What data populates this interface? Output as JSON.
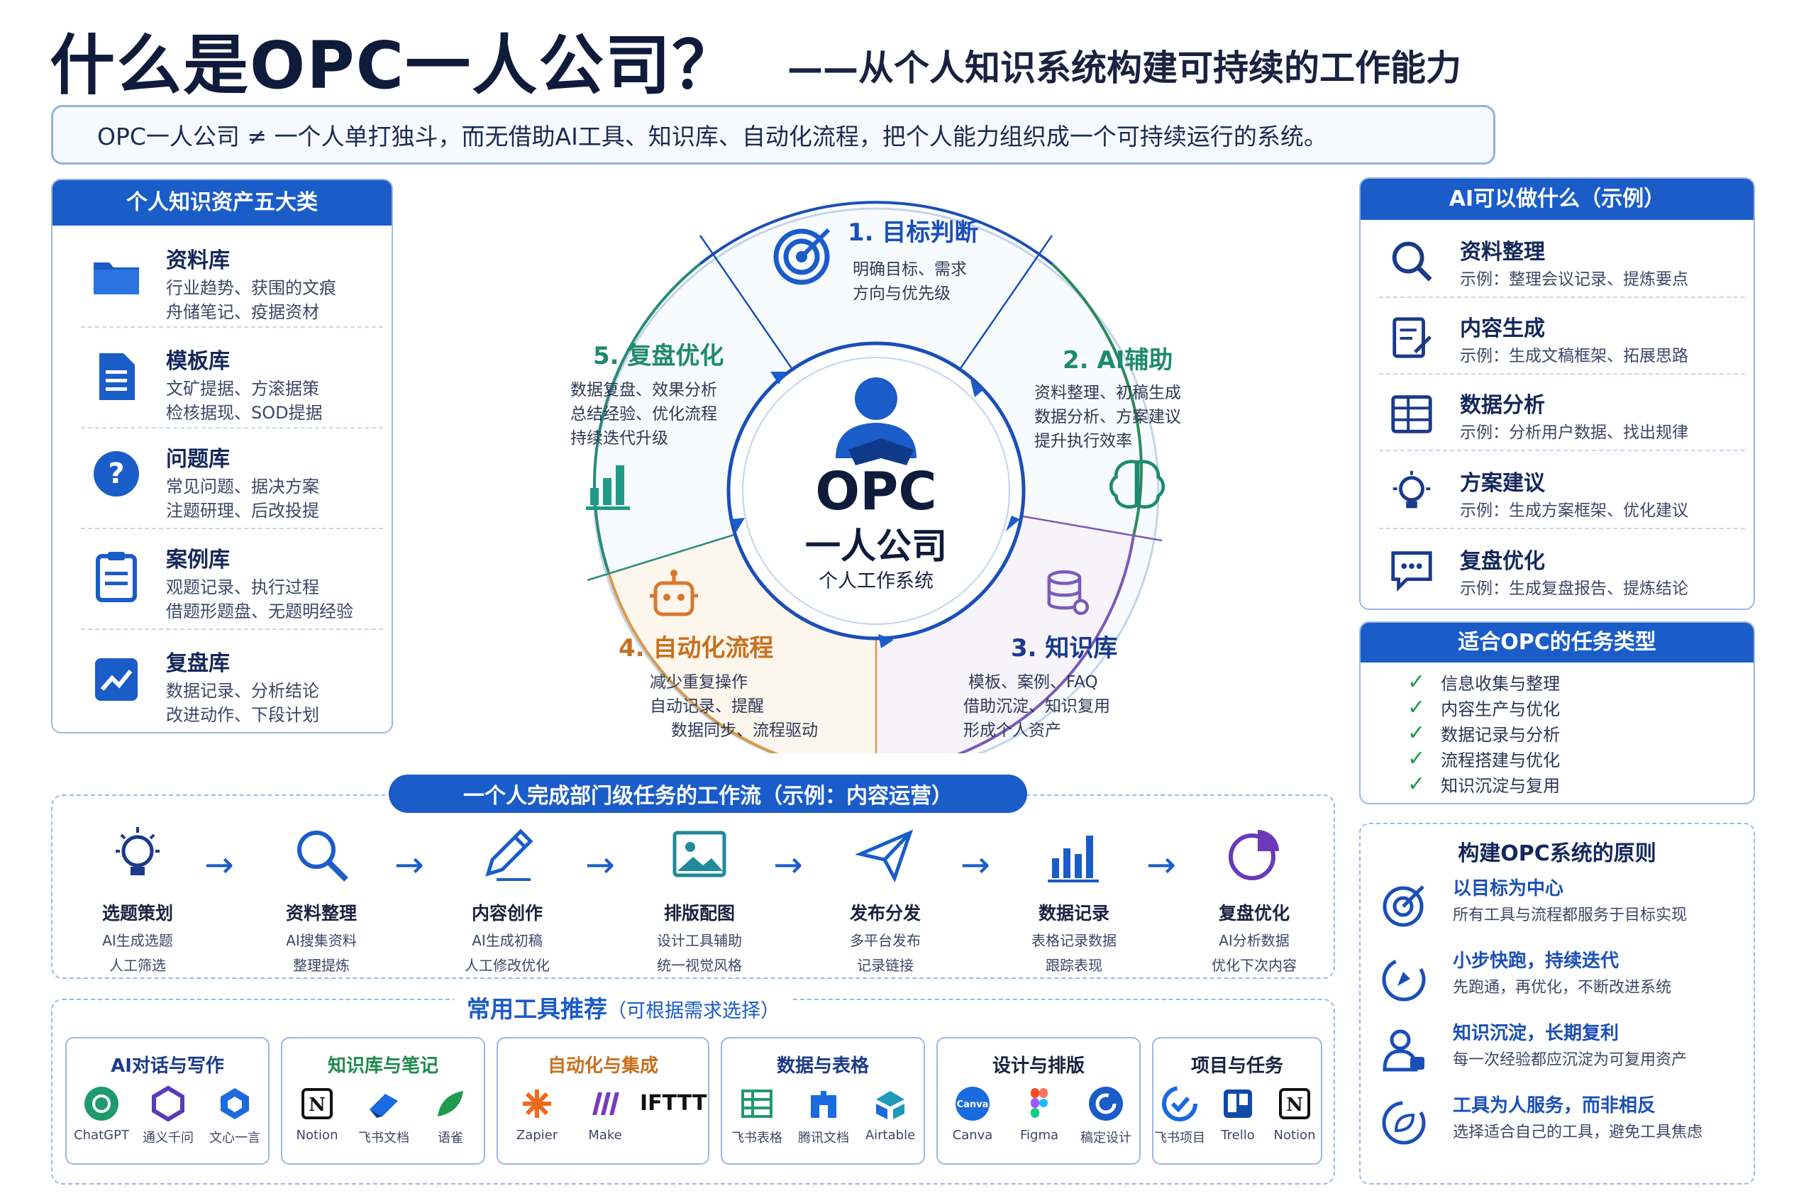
{
  "header": {
    "title": "什么是OPC一人公司？",
    "subtitle": "——从个人知识系统构建可持续的工作能力",
    "definition": "OPC一人公司 ≠ 一个人单打独斗，而无借助AI工具、知识库、自动化流程，把个人能力组织成一个可持续运行的系统。"
  },
  "knowledge_assets": {
    "title": "个人知识资产五大类",
    "items": [
      {
        "name": "资料库",
        "line1": "行业趋势、获围的文痕",
        "line2": "舟储笔记、疫据资材",
        "icon": "folder-icon"
      },
      {
        "name": "模板库",
        "line1": "文矿提据、方滚据策",
        "line2": "检核据现、SOD提据",
        "icon": "document-icon"
      },
      {
        "name": "问题库",
        "line1": "常见问题、据决方案",
        "line2": "注题研理、后改投提",
        "icon": "question-icon"
      },
      {
        "name": "案例库",
        "line1": "观题记录、执行过程",
        "line2": "借题形题盘、无题明经验",
        "icon": "clipboard-icon"
      },
      {
        "name": "复盘库",
        "line1": "数据记录、分析结论",
        "line2": "改进动作、下段计划",
        "icon": "analytics-icon"
      }
    ]
  },
  "cycle": {
    "center_title": "OPC",
    "center_subtitle": "一人公司",
    "center_caption": "个人工作系统",
    "stages": [
      {
        "title": "1. 目标判断",
        "line1": "明确目标、需求",
        "line2": "方向与优先级",
        "line3": "",
        "color": "#1a4fb8"
      },
      {
        "title": "2. AI辅助",
        "line1": "资料整理、初稿生成",
        "line2": "数据分析、方案建议",
        "line3": "提升执行效率",
        "color": "#1f8a6e"
      },
      {
        "title": "3. 知识库",
        "line1": "模板、案例、FAQ",
        "line2": "借助沉淀、知识复用",
        "line3": "形成个人资产",
        "color": "#1a3a8a"
      },
      {
        "title": "4. 自动化流程",
        "line1": "减少重复操作",
        "line2": "自动记录、提醒",
        "line3": "数据同步、流程驱动",
        "color": "#c8701e"
      },
      {
        "title": "5. 复盘优化",
        "line1": "数据复盘、效果分析",
        "line2": "总结经验、优化流程",
        "line3": "持续迭代升级",
        "color": "#1f8a6e"
      }
    ]
  },
  "ai_can_do": {
    "title": "AI可以做什么（示例）",
    "items": [
      {
        "name": "资料整理",
        "example": "示例：整理会议记录、提炼要点",
        "icon": "search-icon"
      },
      {
        "name": "内容生成",
        "example": "示例：生成文稿框架、拓展思路",
        "icon": "edit-document-icon"
      },
      {
        "name": "数据分析",
        "example": "示例：分析用户数据、找出规律",
        "icon": "table-icon"
      },
      {
        "name": "方案建议",
        "example": "示例：生成方案框架、优化建议",
        "icon": "lightbulb-icon"
      },
      {
        "name": "复盘优化",
        "example": "示例：生成复盘报告、提炼结论",
        "icon": "chat-icon"
      }
    ]
  },
  "task_types": {
    "title": "适合OPC的任务类型",
    "items": [
      "信息收集与整理",
      "内容生产与优化",
      "数据记录与分析",
      "流程搭建与优化",
      "知识沉淀与复用"
    ]
  },
  "principles": {
    "title": "构建OPC系统的原则",
    "items": [
      {
        "name": "以目标为中心",
        "desc": "所有工具与流程都服务于目标实现",
        "icon": "target-icon"
      },
      {
        "name": "小步快跑，持续迭代",
        "desc": "先跑通，再优化，不断改进系统",
        "icon": "rocket-icon"
      },
      {
        "name": "知识沉淀，长期复利",
        "desc": "每一次经验都应沉淀为可复用资产",
        "icon": "user-icon"
      },
      {
        "name": "工具为人服务，而非相反",
        "desc": "选择适合自己的工具，避免工具焦虑",
        "icon": "leaf-icon"
      }
    ]
  },
  "workflow": {
    "title": "一个人完成部门级任务的工作流（示例：内容运营）",
    "steps": [
      {
        "label": "选题策划",
        "line1": "AI生成选题",
        "line2": "人工筛选",
        "icon": "lightbulb-icon"
      },
      {
        "label": "资料整理",
        "line1": "AI搜集资料",
        "line2": "整理提炼",
        "icon": "search-icon"
      },
      {
        "label": "内容创作",
        "line1": "AI生成初稿",
        "line2": "人工修改优化",
        "icon": "pencil-icon"
      },
      {
        "label": "排版配图",
        "line1": "设计工具辅助",
        "line2": "统一视觉风格",
        "icon": "image-icon"
      },
      {
        "label": "发布分发",
        "line1": "多平台发布",
        "line2": "记录链接",
        "icon": "send-icon"
      },
      {
        "label": "数据记录",
        "line1": "表格记录数据",
        "line2": "跟踪表现",
        "icon": "bar-chart-icon"
      },
      {
        "label": "复盘优化",
        "line1": "AI分析数据",
        "line2": "优化下次内容",
        "icon": "pie-chart-icon"
      }
    ]
  },
  "tools": {
    "title": "常用工具推荐",
    "subtitle": "（可根据需求选择）",
    "categories": [
      {
        "name": "AI对话与写作",
        "color": "#1a3a8a",
        "tools": [
          {
            "name": "ChatGPT",
            "logo": "chatgpt-logo"
          },
          {
            "name": "通义千问",
            "logo": "tongyi-logo"
          },
          {
            "name": "文心一言",
            "logo": "wenxin-logo"
          }
        ]
      },
      {
        "name": "知识库与笔记",
        "color": "#1f8a4e",
        "tools": [
          {
            "name": "Notion",
            "logo": "notion-logo"
          },
          {
            "name": "飞书文档",
            "logo": "feishu-doc-logo"
          },
          {
            "name": "语雀",
            "logo": "yuque-logo"
          }
        ]
      },
      {
        "name": "自动化与集成",
        "color": "#c8701e",
        "tools": [
          {
            "name": "Zapier",
            "logo": "zapier-logo"
          },
          {
            "name": "Make",
            "logo": "make-logo"
          },
          {
            "name": "IFTTT",
            "logo": "ifttt-logo"
          }
        ]
      },
      {
        "name": "数据与表格",
        "color": "#1a3a8a",
        "tools": [
          {
            "name": "飞书表格",
            "logo": "feishu-sheet-logo"
          },
          {
            "name": "腾讯文档",
            "logo": "tencent-doc-logo"
          },
          {
            "name": "Airtable",
            "logo": "airtable-logo"
          }
        ]
      },
      {
        "name": "设计与排版",
        "color": "#1a2240",
        "tools": [
          {
            "name": "Canva",
            "logo": "canva-logo"
          },
          {
            "name": "Figma",
            "logo": "figma-logo"
          },
          {
            "name": "稿定设计",
            "logo": "gaoding-logo"
          }
        ]
      },
      {
        "name": "项目与任务",
        "color": "#1a2240",
        "tools": [
          {
            "name": "飞书项目",
            "logo": "feishu-project-logo"
          },
          {
            "name": "Trello",
            "logo": "trello-logo"
          },
          {
            "name": "Notion",
            "logo": "notion-logo"
          }
        ]
      }
    ]
  }
}
